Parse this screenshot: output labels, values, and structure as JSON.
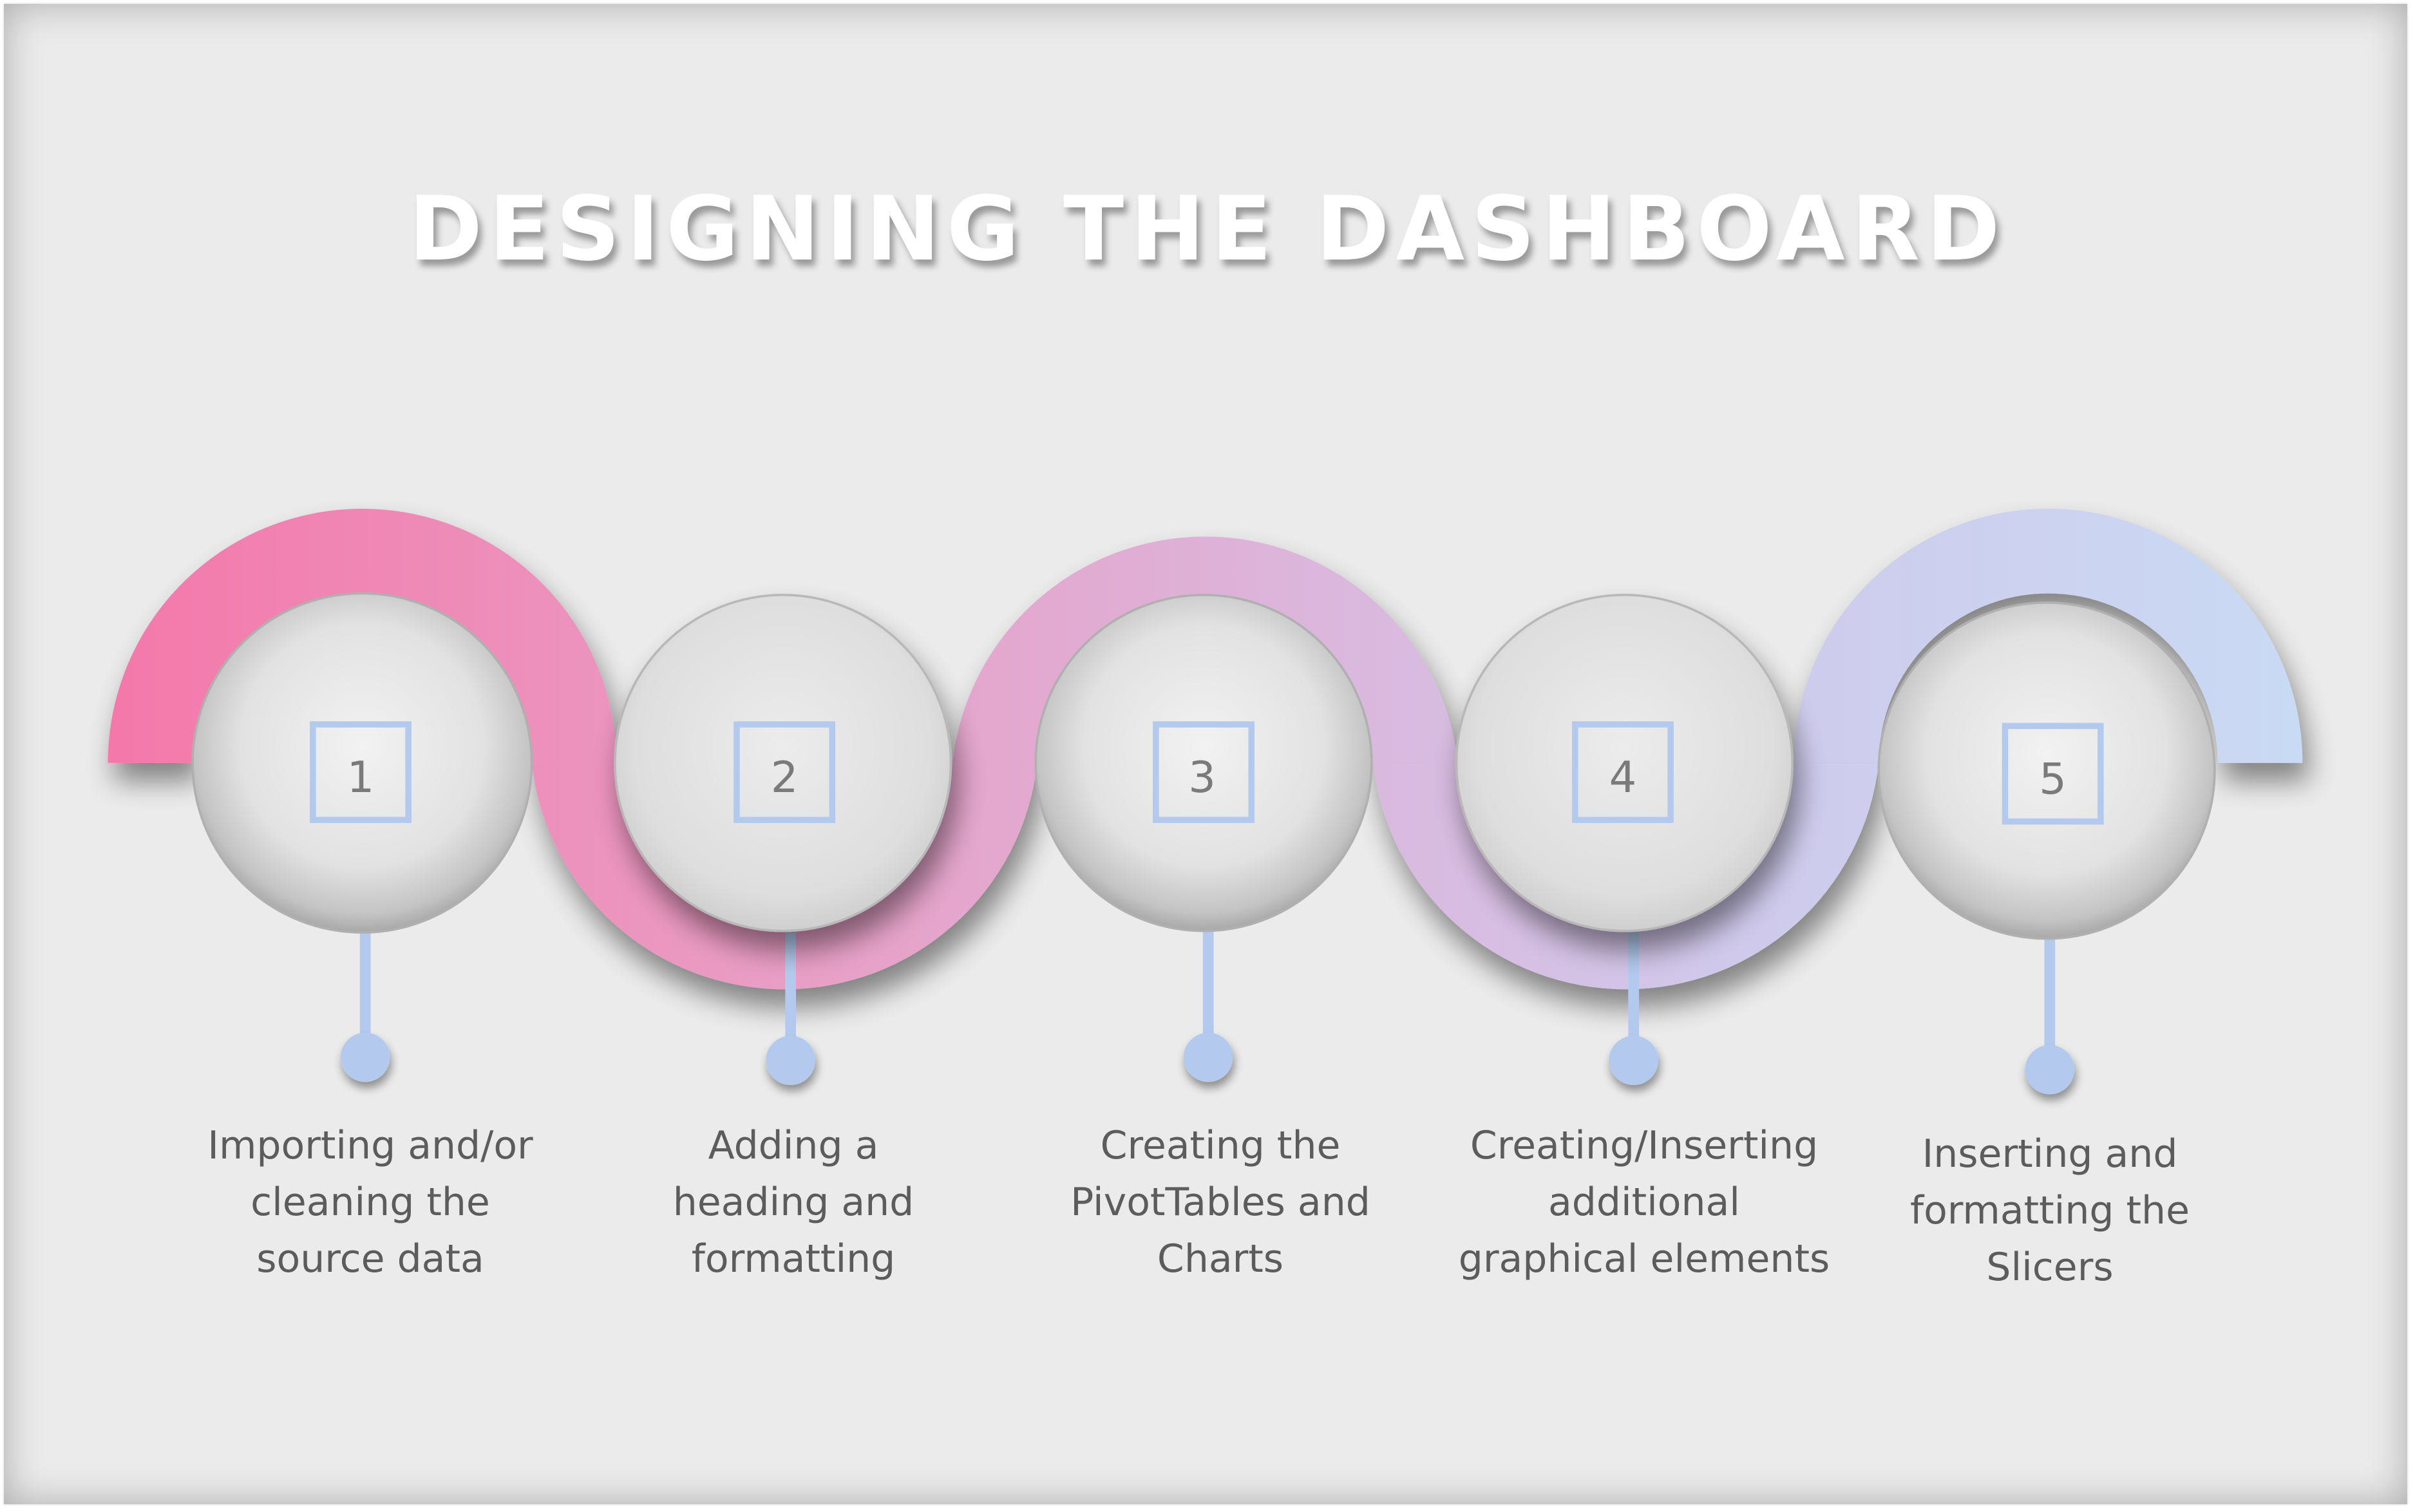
{
  "title": "DESIGNING THE DASHBOARD",
  "colors": {
    "background": "#ebebeb",
    "wave_start": "#f478aa",
    "wave_mid": "#dcb6dc",
    "wave_end": "#c9daf4",
    "connector": "#b3caee",
    "number_box": "#b3caee",
    "text": "#5c5c5c"
  },
  "steps": [
    {
      "number": "1",
      "lines": [
        "Importing and/or",
        "cleaning the",
        "source data"
      ]
    },
    {
      "number": "2",
      "lines": [
        "Adding a",
        "heading and",
        "formatting"
      ]
    },
    {
      "number": "3",
      "lines": [
        "Creating the",
        "PivotTables and",
        "Charts"
      ]
    },
    {
      "number": "4",
      "lines": [
        "Creating/Inserting",
        "additional",
        "graphical elements"
      ]
    },
    {
      "number": "5",
      "lines": [
        "Inserting and",
        "formatting the",
        "Slicers"
      ]
    }
  ]
}
